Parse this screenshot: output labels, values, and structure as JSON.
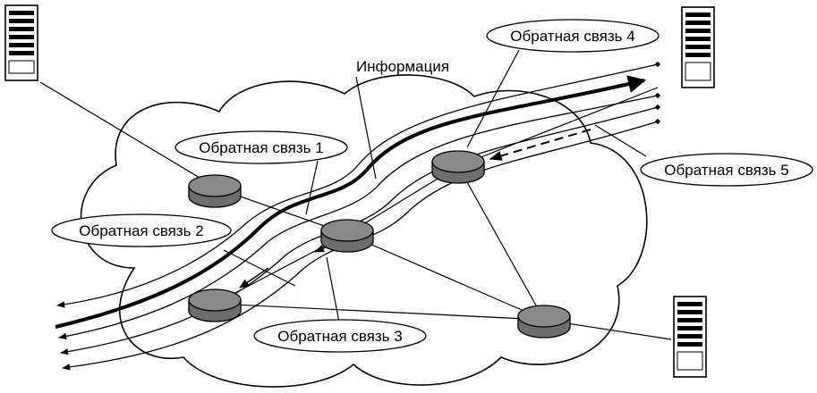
{
  "labels": {
    "info": "Информация",
    "fb1": "Обратная связь 1",
    "fb2": "Обратная связь 2",
    "fb3": "Обратная связь 3",
    "fb4": "Обратная связь 4",
    "fb5": "Обратная связь 5"
  },
  "colors": {
    "ink": "#000000",
    "router": "#6e6e6e",
    "router_top": "#8a8a8a",
    "server_body": "#ffffff"
  },
  "icons": {
    "server": "server-icon",
    "router": "router-icon"
  }
}
